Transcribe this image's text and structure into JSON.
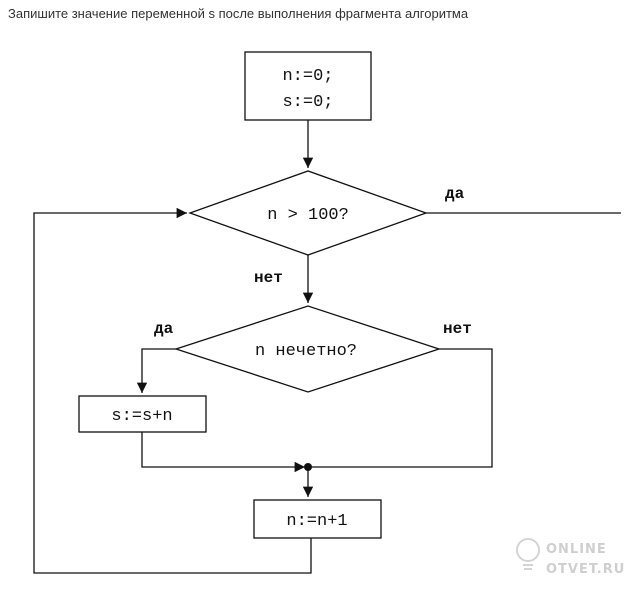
{
  "question": "Запишите значение переменной s после выполнения фрагмента алгоритма",
  "flowchart": {
    "init_line1": "n:=0;",
    "init_line2": "s:=0;",
    "condition1": "n > 100?",
    "cond1_yes": "да",
    "cond1_no": "нет",
    "condition2": "n нечетно?",
    "cond2_yes": "да",
    "cond2_no": "нет",
    "action_s": "s:=s+n",
    "action_n": "n:=n+1"
  },
  "watermark": {
    "line1": "ONLINE",
    "line2": "OTVET.RU"
  }
}
